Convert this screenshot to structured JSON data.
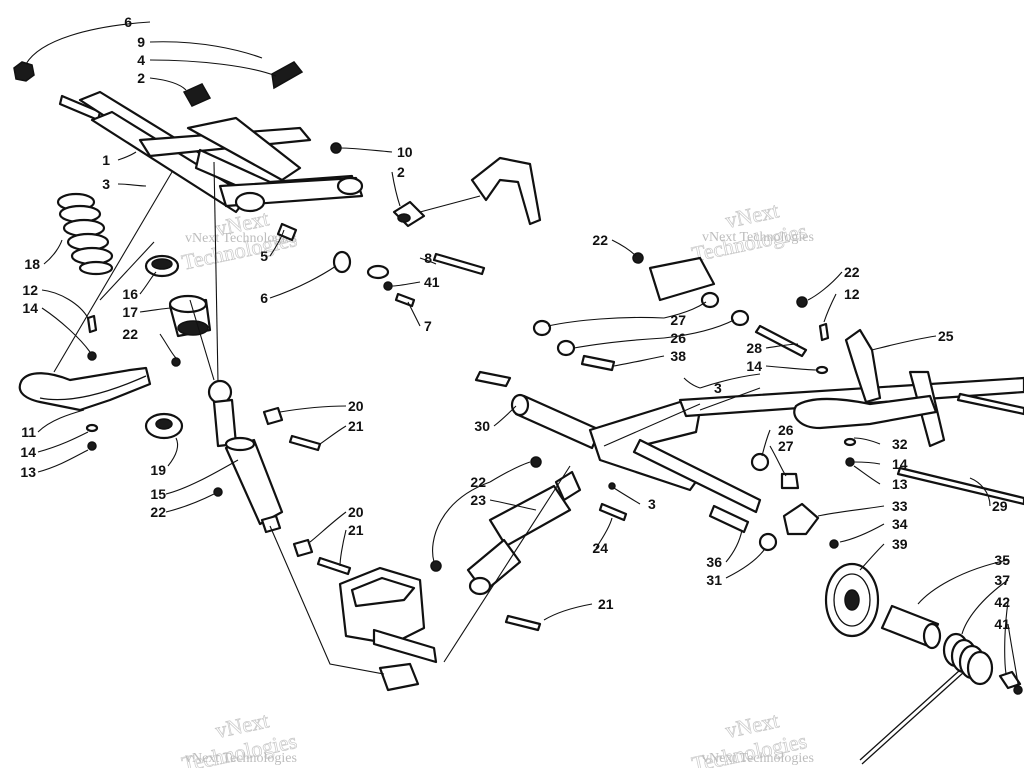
{
  "watermark": {
    "text_line1": "vNext",
    "text_line2": "Technologies",
    "caption": "vNext Technologies"
  },
  "callouts": {
    "c6a": "6",
    "c9": "9",
    "c4": "4",
    "c2a": "2",
    "c10": "10",
    "c2b": "2",
    "c1": "1",
    "c3a": "3",
    "c18": "18",
    "c12a": "12",
    "c14a": "14",
    "c16": "16",
    "c17": "17",
    "c22a": "22",
    "c5": "5",
    "c6b": "6",
    "c8": "8",
    "c41a": "41",
    "c7": "7",
    "c11": "11",
    "c14b": "14",
    "c13a": "13",
    "c20a": "20",
    "c21a": "21",
    "c19": "19",
    "c15": "15",
    "c22b": "22",
    "c20b": "20",
    "c21b": "21",
    "c22c": "22",
    "c22d": "22",
    "c12b": "12",
    "c27a": "27",
    "c26a": "26",
    "c38": "38",
    "c28": "28",
    "c14c": "14",
    "c25": "25",
    "c3b": "3",
    "c30": "30",
    "c26b": "26",
    "c27b": "27",
    "c32": "32",
    "c14d": "14",
    "c13b": "13",
    "c29": "29",
    "c22e": "22",
    "c23": "23",
    "c3c": "3",
    "c24": "24",
    "c33": "33",
    "c34": "34",
    "c36": "36",
    "c31": "31",
    "c39": "39",
    "c35": "35",
    "c37": "37",
    "c42": "42",
    "c41b": "41",
    "c21c": "21"
  }
}
